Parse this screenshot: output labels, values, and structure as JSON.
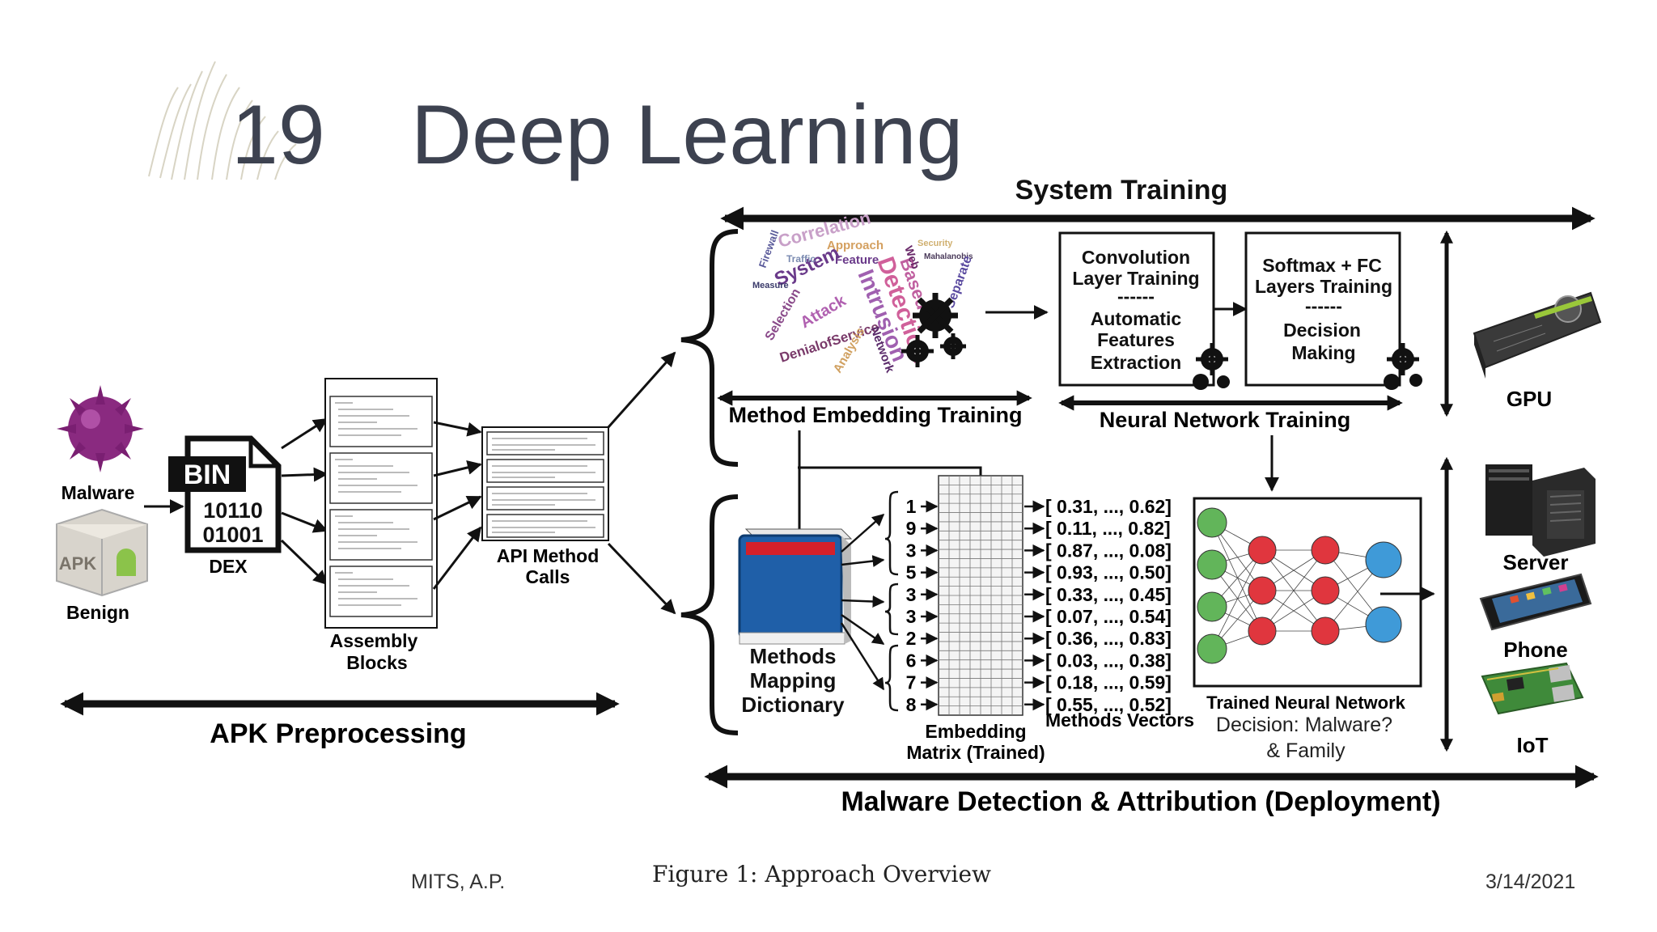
{
  "slide": {
    "number": "19",
    "title": "Deep Learning",
    "footer_left": "MITS, A.P.",
    "footer_date": "3/14/2021"
  },
  "figure": {
    "caption": "Figure 1: Approach Overview",
    "sections": {
      "system_training": "System Training",
      "apk_preprocessing": "APK Preprocessing",
      "deployment": "Malware Detection & Attribution (Deployment)",
      "method_embedding_training": "Method Embedding Training",
      "neural_network_training": "Neural Network Training"
    },
    "inputs": {
      "malware": "Malware",
      "benign": "Benign",
      "apk_icon_text": "APK"
    },
    "dex": {
      "badge": "BIN",
      "line1": "10110",
      "line2": "01001",
      "label": "DEX"
    },
    "assembly": {
      "line1": "Assembly",
      "line2": "Blocks"
    },
    "api": {
      "line1": "API Method",
      "line2": "Calls"
    },
    "conv_box": {
      "l1": "Convolution",
      "l2": "Layer Training",
      "sep": "------",
      "l3": "Automatic",
      "l4": "Features",
      "l5": "Extraction"
    },
    "softmax_box": {
      "l1": "Softmax + FC",
      "l2": "Layers Training",
      "sep": "------",
      "l3": "Decision",
      "l4": "Making"
    },
    "dictionary": {
      "l1": "Methods",
      "l2": "Mapping",
      "l3": "Dictionary"
    },
    "matrix": {
      "l1": "Embedding",
      "l2": "Matrix (Trained)"
    },
    "indices": [
      "1",
      "9",
      "3",
      "5",
      "3",
      "3",
      "2",
      "6",
      "7",
      "8"
    ],
    "vectors": [
      [
        "0.31",
        "0.62"
      ],
      [
        "0.11",
        "0.82"
      ],
      [
        "0.87",
        "0.08"
      ],
      [
        "0.93",
        "0.50"
      ],
      [
        "0.33",
        "0.45"
      ],
      [
        "0.07",
        "0.54"
      ],
      [
        "0.36",
        "0.83"
      ],
      [
        "0.03",
        "0.38"
      ],
      [
        "0.18",
        "0.59"
      ],
      [
        "0.55",
        "0.52"
      ]
    ],
    "vectors_label": "Methods Vectors",
    "trained_nn": "Trained Neural Network",
    "decision": {
      "l1": "Decision: Malware?",
      "l2": "& Family"
    },
    "platforms": {
      "gpu": "GPU",
      "server": "Server",
      "phone": "Phone",
      "iot": "IoT"
    },
    "word_cloud": [
      "Correlation",
      "Approach",
      "Feature",
      "System",
      "Detection",
      "Intrusion",
      "Based",
      "Attack",
      "DenialofService",
      "Selection",
      "Network",
      "Firewall",
      "Traffic",
      "Analysis",
      "Measure",
      "Web",
      "Security",
      "Mahalanobis",
      "Separate"
    ],
    "colors": {
      "title": "#3d4250",
      "hidden_nodes": "#e0363e",
      "input_nodes": "#62b55a",
      "output_nodes": "#3f9ad8",
      "book_cover": "#1f5fa8",
      "book_band": "#d4202a"
    }
  }
}
